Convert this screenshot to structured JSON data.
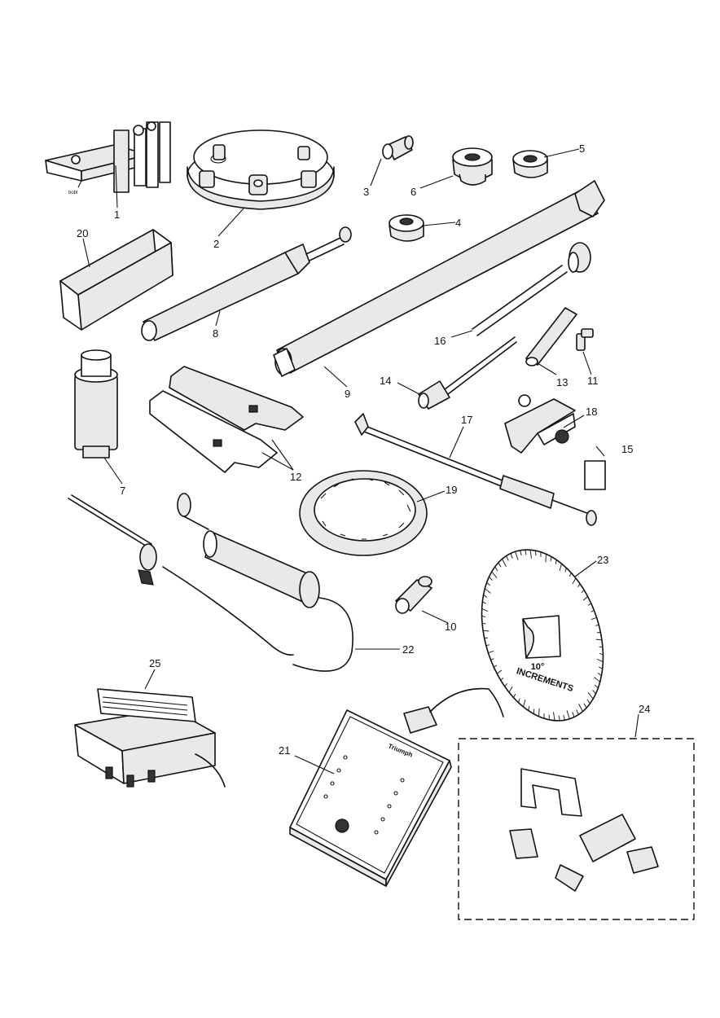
{
  "callouts": [
    "1",
    "2",
    "3",
    "4",
    "5",
    "6",
    "7",
    "8",
    "9",
    "10",
    "11",
    "12",
    "13",
    "14",
    "15",
    "16",
    "17",
    "18",
    "19",
    "20",
    "21",
    "22",
    "23",
    "24",
    "25"
  ],
  "tool_23_dial": {
    "line1": "10°",
    "line2": "INCREMENTS"
  },
  "tool_1_mark": "bobl",
  "tool_21_logo": "Triumph"
}
